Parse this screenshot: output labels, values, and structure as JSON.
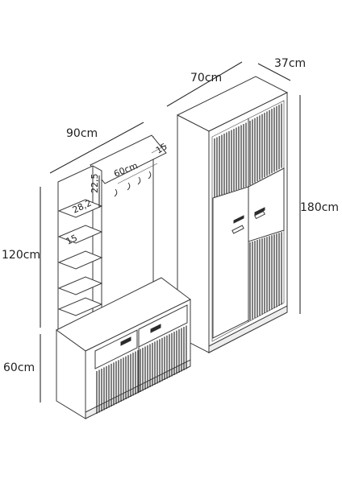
{
  "dimensions": {
    "wardrobe_width": "70cm",
    "wardrobe_depth": "37cm",
    "wardrobe_height": "180cm",
    "unit_width": "90cm",
    "upper_height": "120cm",
    "bench_height": "60cm",
    "hanger_bar": "60cm",
    "top_shelf": "15",
    "inner_height": "22,5",
    "shelf_width": "28,2",
    "side_shelf": "15"
  },
  "colors": {
    "line": "#3a3a3a",
    "slat_dark": "#2b2b2b",
    "background": "#ffffff"
  }
}
